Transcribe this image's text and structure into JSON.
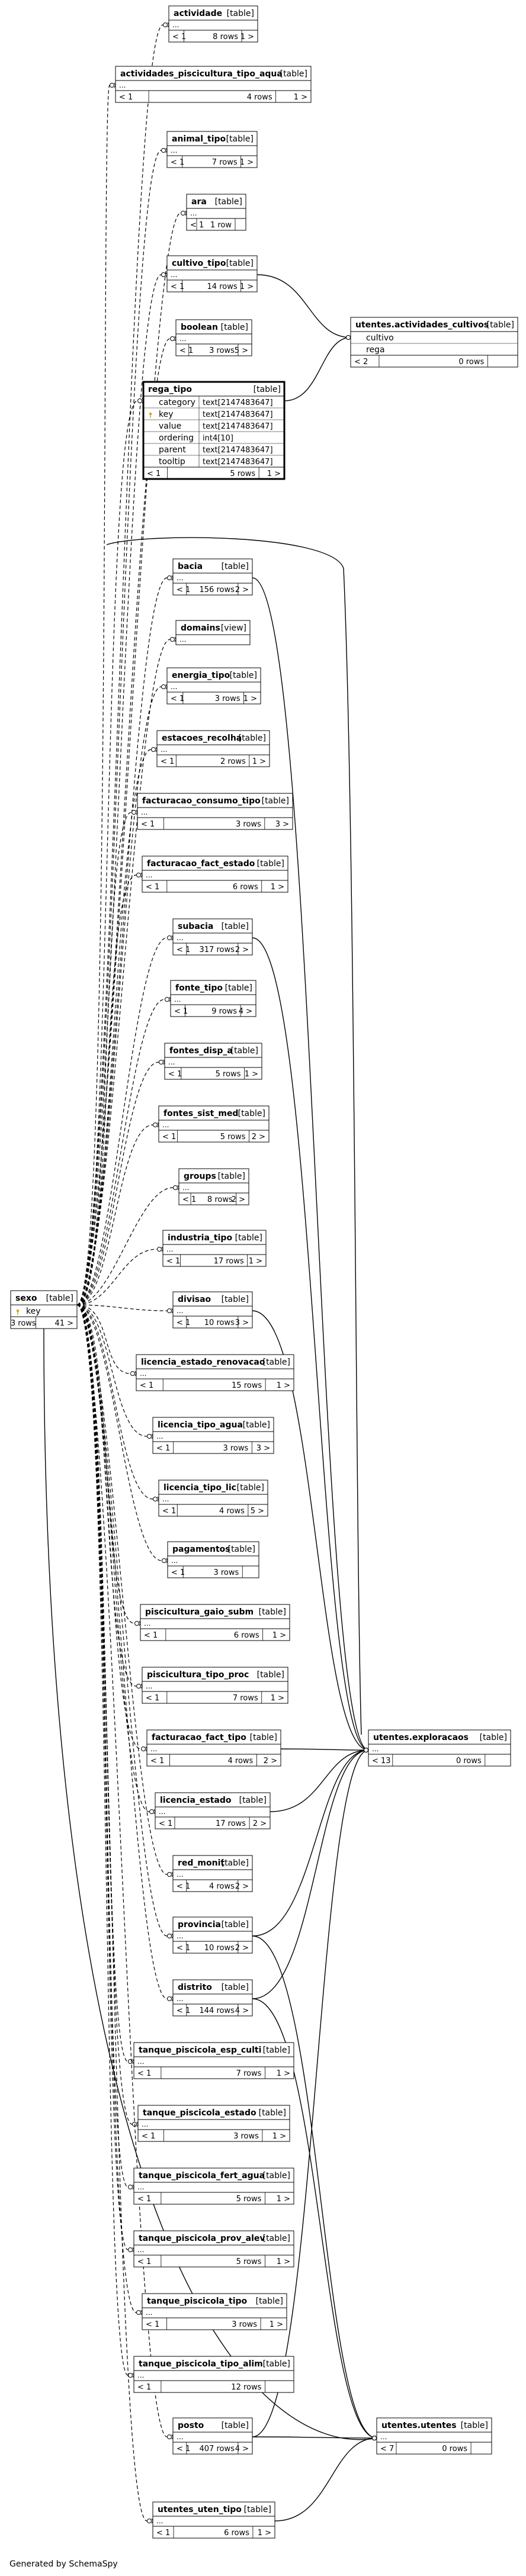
{
  "footer": "Generated by SchemaSpy",
  "tables": [
    {
      "id": "actividade",
      "name": "actividade",
      "kind": "[table]",
      "cols": [],
      "foot": [
        "< 1",
        "8 rows",
        "1 >"
      ]
    },
    {
      "id": "act_pisc",
      "name": "actividades_piscicultura_tipo_aqua",
      "kind": "[table]",
      "cols": [],
      "foot": [
        "< 1",
        "4 rows",
        "1 >"
      ]
    },
    {
      "id": "animal_tipo",
      "name": "animal_tipo",
      "kind": "[table]",
      "cols": [],
      "foot": [
        "< 1",
        "7 rows",
        "1 >"
      ]
    },
    {
      "id": "ara",
      "name": "ara",
      "kind": "[table]",
      "cols": [],
      "foot": [
        "< 1",
        "1 row",
        ""
      ]
    },
    {
      "id": "cultivo_tipo",
      "name": "cultivo_tipo",
      "kind": "[table]",
      "cols": [],
      "foot": [
        "< 1",
        "14 rows",
        "1 >"
      ]
    },
    {
      "id": "boolean",
      "name": "boolean",
      "kind": "[table]",
      "cols": [],
      "foot": [
        "< 1",
        "3 rows",
        "5 >"
      ]
    },
    {
      "id": "rega_tipo",
      "name": "rega_tipo",
      "kind": "[table]",
      "bold": true,
      "cols": [
        {
          "key": false,
          "name": "category",
          "type": "text[2147483647]"
        },
        {
          "key": true,
          "name": "key",
          "type": "text[2147483647]"
        },
        {
          "key": false,
          "name": "value",
          "type": "text[2147483647]"
        },
        {
          "key": false,
          "name": "ordering",
          "type": "int4[10]"
        },
        {
          "key": false,
          "name": "parent",
          "type": "text[2147483647]"
        },
        {
          "key": false,
          "name": "tooltip",
          "type": "text[2147483647]"
        }
      ],
      "foot": [
        "< 1",
        "5 rows",
        "1 >"
      ]
    },
    {
      "id": "uac",
      "name": "utentes.actividades_cultivos",
      "kind": "[table]",
      "cols": [
        {
          "key": false,
          "name": "cultivo",
          "type": ""
        },
        {
          "key": false,
          "name": "rega",
          "type": ""
        }
      ],
      "foot": [
        "< 2",
        "0 rows",
        ""
      ]
    },
    {
      "id": "bacia",
      "name": "bacia",
      "kind": "[table]",
      "cols": [],
      "foot": [
        "< 1",
        "156 rows",
        "2 >"
      ]
    },
    {
      "id": "domains",
      "name": "domains",
      "kind": "[view]",
      "cols": [],
      "foot": []
    },
    {
      "id": "energia_tipo",
      "name": "energia_tipo",
      "kind": "[table]",
      "cols": [],
      "foot": [
        "< 1",
        "3 rows",
        "1 >"
      ]
    },
    {
      "id": "estacoes_recolha",
      "name": "estacoes_recolha",
      "kind": "[table]",
      "cols": [],
      "foot": [
        "< 1",
        "2 rows",
        "1 >"
      ]
    },
    {
      "id": "fact_consumo",
      "name": "facturacao_consumo_tipo",
      "kind": "[table]",
      "cols": [],
      "foot": [
        "< 1",
        "3 rows",
        "3 >"
      ]
    },
    {
      "id": "fact_estado",
      "name": "facturacao_fact_estado",
      "kind": "[table]",
      "cols": [],
      "foot": [
        "< 1",
        "6 rows",
        "1 >"
      ]
    },
    {
      "id": "subacia",
      "name": "subacia",
      "kind": "[table]",
      "cols": [],
      "foot": [
        "< 1",
        "317 rows",
        "2 >"
      ]
    },
    {
      "id": "fonte_tipo",
      "name": "fonte_tipo",
      "kind": "[table]",
      "cols": [],
      "foot": [
        "< 1",
        "9 rows",
        "4 >"
      ]
    },
    {
      "id": "fontes_disp_a",
      "name": "fontes_disp_a",
      "kind": "[table]",
      "cols": [],
      "foot": [
        "< 1",
        "5 rows",
        "1 >"
      ]
    },
    {
      "id": "fontes_sist_med",
      "name": "fontes_sist_med",
      "kind": "[table]",
      "cols": [],
      "foot": [
        "< 1",
        "5 rows",
        "2 >"
      ]
    },
    {
      "id": "groups",
      "name": "groups",
      "kind": "[table]",
      "cols": [],
      "foot": [
        "< 1",
        "8 rows",
        "2 >"
      ]
    },
    {
      "id": "industria_tipo",
      "name": "industria_tipo",
      "kind": "[table]",
      "cols": [],
      "foot": [
        "< 1",
        "17 rows",
        "1 >"
      ]
    },
    {
      "id": "sexo",
      "name": "sexo",
      "kind": "[table]",
      "cols": [
        {
          "key": true,
          "name": "key",
          "type": ""
        }
      ],
      "foot": [
        "3 rows",
        "41 >"
      ]
    },
    {
      "id": "divisao",
      "name": "divisao",
      "kind": "[table]",
      "cols": [],
      "foot": [
        "< 1",
        "10 rows",
        "3 >"
      ]
    },
    {
      "id": "lic_est_renov",
      "name": "licencia_estado_renovacao",
      "kind": "[table]",
      "cols": [],
      "foot": [
        "< 1",
        "15 rows",
        "1 >"
      ]
    },
    {
      "id": "lic_tipo_agua",
      "name": "licencia_tipo_agua",
      "kind": "[table]",
      "cols": [],
      "foot": [
        "< 1",
        "3 rows",
        "3 >"
      ]
    },
    {
      "id": "lic_tipo_lic",
      "name": "licencia_tipo_lic",
      "kind": "[table]",
      "cols": [],
      "foot": [
        "< 1",
        "4 rows",
        "5 >"
      ]
    },
    {
      "id": "pagamentos",
      "name": "pagamentos",
      "kind": "[table]",
      "cols": [],
      "foot": [
        "< 1",
        "3 rows",
        ""
      ]
    },
    {
      "id": "pisc_gaio",
      "name": "piscicultura_gaio_subm",
      "kind": "[table]",
      "cols": [],
      "foot": [
        "< 1",
        "6 rows",
        "1 >"
      ]
    },
    {
      "id": "pisc_tipo_proc",
      "name": "piscicultura_tipo_proc",
      "kind": "[table]",
      "cols": [],
      "foot": [
        "< 1",
        "7 rows",
        "1 >"
      ]
    },
    {
      "id": "fact_fact_tipo",
      "name": "facturacao_fact_tipo",
      "kind": "[table]",
      "cols": [],
      "foot": [
        "< 1",
        "4 rows",
        "2 >"
      ]
    },
    {
      "id": "uexp",
      "name": "utentes.exploracaos",
      "kind": "[table]",
      "cols": [],
      "foot": [
        "< 13",
        "0 rows",
        ""
      ]
    },
    {
      "id": "lic_estado",
      "name": "licencia_estado",
      "kind": "[table]",
      "cols": [],
      "foot": [
        "< 1",
        "17 rows",
        "2 >"
      ]
    },
    {
      "id": "red_monit",
      "name": "red_monit",
      "kind": "[table]",
      "cols": [],
      "foot": [
        "< 1",
        "4 rows",
        "2 >"
      ]
    },
    {
      "id": "provincia",
      "name": "provincia",
      "kind": "[table]",
      "cols": [],
      "foot": [
        "< 1",
        "10 rows",
        "2 >"
      ]
    },
    {
      "id": "distrito",
      "name": "distrito",
      "kind": "[table]",
      "cols": [],
      "foot": [
        "< 1",
        "144 rows",
        "4 >"
      ]
    },
    {
      "id": "tp_esp_culti",
      "name": "tanque_piscicola_esp_culti",
      "kind": "[table]",
      "cols": [],
      "foot": [
        "< 1",
        "7 rows",
        "1 >"
      ]
    },
    {
      "id": "tp_estado",
      "name": "tanque_piscicola_estado",
      "kind": "[table]",
      "cols": [],
      "foot": [
        "< 1",
        "3 rows",
        "1 >"
      ]
    },
    {
      "id": "tp_fert_agua",
      "name": "tanque_piscicola_fert_agua",
      "kind": "[table]",
      "cols": [],
      "foot": [
        "< 1",
        "5 rows",
        "1 >"
      ]
    },
    {
      "id": "tp_prov_alev",
      "name": "tanque_piscicola_prov_alev",
      "kind": "[table]",
      "cols": [],
      "foot": [
        "< 1",
        "5 rows",
        "1 >"
      ]
    },
    {
      "id": "tp_tipo",
      "name": "tanque_piscicola_tipo",
      "kind": "[table]",
      "cols": [],
      "foot": [
        "< 1",
        "3 rows",
        "1 >"
      ]
    },
    {
      "id": "tp_tipo_alim",
      "name": "tanque_piscicola_tipo_alim",
      "kind": "[table]",
      "cols": [],
      "foot": [
        "< 1",
        "12 rows",
        ""
      ]
    },
    {
      "id": "posto",
      "name": "posto",
      "kind": "[table]",
      "cols": [],
      "foot": [
        "< 1",
        "407 rows",
        "4 >"
      ]
    },
    {
      "id": "uut",
      "name": "utentes.utentes",
      "kind": "[table]",
      "cols": [],
      "foot": [
        "< 7",
        "0 rows",
        ""
      ]
    },
    {
      "id": "uut_tipo",
      "name": "utentes_uten_tipo",
      "kind": "[table]",
      "cols": [],
      "foot": [
        "< 1",
        "6 rows",
        "1 >"
      ]
    }
  ],
  "relations": [
    {
      "from": "cultivo_tipo",
      "to": "uac",
      "style": "solid"
    },
    {
      "from": "rega_tipo",
      "to": "uac",
      "style": "solid"
    },
    {
      "from": "bacia",
      "to": "uexp",
      "style": "solid"
    },
    {
      "from": "subacia",
      "to": "uexp",
      "style": "solid"
    },
    {
      "from": "divisao",
      "to": "uexp",
      "style": "solid"
    },
    {
      "from": "fact_fact_tipo",
      "to": "uexp",
      "style": "solid"
    },
    {
      "from": "lic_estado",
      "to": "uexp",
      "style": "solid"
    },
    {
      "from": "provincia",
      "to": "uexp",
      "style": "solid"
    },
    {
      "from": "distrito",
      "to": "uexp",
      "style": "solid"
    },
    {
      "from": "posto",
      "to": "uexp",
      "style": "solid"
    },
    {
      "from": "provincia",
      "to": "uut",
      "style": "solid"
    },
    {
      "from": "distrito",
      "to": "uut",
      "style": "solid"
    },
    {
      "from": "posto",
      "to": "uut",
      "style": "solid"
    },
    {
      "from": "uut_tipo",
      "to": "uut",
      "style": "solid"
    },
    {
      "from": "sexo",
      "to": "uut",
      "style": "solid"
    }
  ]
}
